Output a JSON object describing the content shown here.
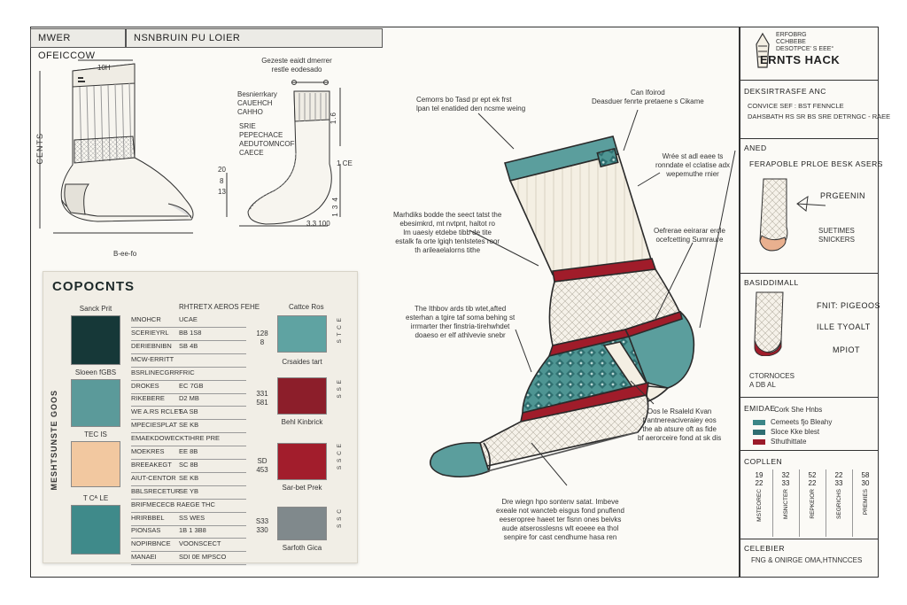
{
  "header": {
    "left_box": "MWER OFEICCOW",
    "right_box": "NSNBRUIN PU LOIER"
  },
  "sketches": {
    "left_top_label": "10H",
    "left_side_label": "CENTS",
    "left_bottom_label": "B-ee-fo",
    "mid_top_label": "Gezeste eaidt dmerrer\nrestle eodesado",
    "mid_callout": "Besnierrkary\nCAUEHCH\nCAHHO",
    "mid_callout2": "SRIE\nPEPECHACE\nAEDUTOMNCOF\nCAECE",
    "mid_dims": [
      "20",
      "8",
      "13"
    ],
    "mid_right_dim": "1 CE",
    "mid_right_dim2": "1.6",
    "mid_right_dim3": "1 3 4",
    "mid_bottom_dim": "3.3 100"
  },
  "components": {
    "title": "COPOCNTS",
    "side_label": "MESHTSUNSTE GOOS",
    "left_swatches": [
      {
        "label": "Sanck Prit",
        "color": "#163838"
      },
      {
        "label": "Sloeen fGBS",
        "color": "#5b9a9a"
      },
      {
        "label": "TEC IS",
        "color": "#f2c8a0"
      },
      {
        "label": "T Cᴬ LE",
        "color": "#3f8a8a"
      }
    ],
    "table_header": "RHTRETX AEROS FEHE",
    "rows": [
      {
        "a": "MNOHCR",
        "b": "UCAE"
      },
      {
        "a": "SCERIEYRL",
        "b": "BB 1S8"
      },
      {
        "a": "DERIEBNIBN",
        "b": "SB 4B"
      },
      {
        "a": "MCW-ERRITT",
        "b": ""
      },
      {
        "a": "BSRLINECGRRFRIC",
        "b": ""
      },
      {
        "a": "DROKES",
        "b": "EC 7GB"
      },
      {
        "a": "RIKEBERE",
        "b": "D2 MB"
      },
      {
        "a": "WE A.RS RCLET",
        "b": "SA SB"
      },
      {
        "a": "MPECIESPLAT",
        "b": "SE KB"
      },
      {
        "a": "EMAEKDOWECKTIHRE PRE",
        "b": ""
      },
      {
        "a": "MOEKRES",
        "b": "EE 8B"
      },
      {
        "a": "BREEAKEGT",
        "b": "SC 8B"
      },
      {
        "a": "AIUT-CENTOR",
        "b": "SE KB"
      },
      {
        "a": "BBLSRECETUR",
        "b": "SE YB"
      },
      {
        "a": "BRIFMECECB RAEGE THC",
        "b": ""
      },
      {
        "a": "HRIRBBEL",
        "b": "SS WES"
      },
      {
        "a": "PIONSAS",
        "b": "1B 1 3B8"
      },
      {
        "a": "NOPIRBNCE",
        "b": "VOONSCECT"
      },
      {
        "a": "MANAEI",
        "b": "SDI 0E MPSCO"
      }
    ],
    "mid_nums": [
      "128\n8",
      "331\n581",
      "SD\n453",
      "S33\n330"
    ],
    "right_swatches_title": "Cattce Ros",
    "right_swatches": [
      {
        "label": "Crsaides tart",
        "color": "#5fa3a2",
        "side": "S T C E"
      },
      {
        "label": "Behl Kinbrick",
        "color": "#8c1e2a",
        "side": "S S E"
      },
      {
        "label": "Sar-bet Prek",
        "color": "#a21d2c",
        "side": "S S C E"
      },
      {
        "label": "Sarfoth Gica",
        "color": "#80898c",
        "side": "S S C"
      }
    ]
  },
  "annotations": {
    "a1": "Cemorrs bo Tasd pr ept ek frst\nlpan tel enatided den ncsme weing",
    "a2": "Can lfoirod\nDeasduer fenrte pretaene s Cikame",
    "a3": "Wrée st adl eaee ts\nronndate el cclatise adx\nwepemuthe rnier",
    "a4": "Marhdiks bodde the seect tatst the\nebesimkrd, mt nvtpnt, haltot ro\nlm uaesiy etdebe tibb de tite\nestalk fa orte lgiqh tenlstetes roor\nth arileaelalorns tithe",
    "a5": "Oefrerae eeirarar ercle\nocefcetting Sumraure",
    "a6": "The Ithbov ards tib wtet,afted\nesterhan a tgire taf soma behing st\nirrmarter ther finstria-tirehwhdet\ndoaeso er elf athlvevie snebr",
    "a7": "Oos le Rsaleld Kvan\nfrantnereaciveraiey eos\nthe ab atsure oft as fide\nbf aerorceire fond at sk dis",
    "a8": "Dre wiegn hpo sontenv satat. Imbeve\nexeale not wancteb eisgus fond pnuflend\neeseropree haeet ter fisnn ones beivks\naude atserosslesns wlt eoeee ea thol\nsenpire for cast cendhume hasa ren"
  },
  "right_panel": {
    "brand_lines": "ERFOBRG\nCCHBEBE\nDESOTPCE' S EEE°",
    "brand": "ERNTS HACK",
    "s1_title": "DEKSIRTRASFE ANC",
    "s1_lines": "CONVICE SEF  : BST FENNCLE\nDAHSBATH RS SR BS SRE DETRNGC - RAEE",
    "s2_title": "ANED",
    "s2_sub": "FERAPOBLE PRLOE BESK ASERS",
    "s2_lbl1": "PRGEENIN",
    "s2_lbl2": "SUETIMES\nSNICKERS",
    "s3_title": "BASIDDIMALL",
    "s3_lbl1": "FNIT: PIGEOOS",
    "s3_lbl2": "ILLE TYOALT",
    "s3_lbl3": "MPIOT",
    "s3_foot": "CTORNOCES\nA DB AL",
    "s4_title": "EMIDAE",
    "s4_sub": "Cork She Hnbs",
    "legend": [
      {
        "label": "Cemeets fjo Bleahy",
        "color": "#3b8687"
      },
      {
        "label": "Sloce Kke blest",
        "color": "#2f6e72"
      },
      {
        "label": "Sthuthittate",
        "color": "#9b1b2a"
      }
    ],
    "s5_title": "COPLLEN",
    "table_cols": [
      {
        "n1": "19",
        "n2": "22",
        "txt": "MSTEOREC"
      },
      {
        "n1": "32",
        "n2": "33",
        "txt": "MSNICTER"
      },
      {
        "n1": "52",
        "n2": "22",
        "txt": "REPKEIOR"
      },
      {
        "n1": "22",
        "n2": "33",
        "txt": "SEGRICHS"
      },
      {
        "n1": "58",
        "n2": "30",
        "txt": "PREMIES"
      }
    ],
    "s6_title": "CELEBIER",
    "s6_line": "FNG & ONIRGE OMA,HTNNCCES"
  },
  "colors": {
    "teal": "#5b9e9d",
    "dark_teal": "#2e7474",
    "red": "#a01c2a",
    "cream": "#f4efe3",
    "navy": "#163838"
  }
}
